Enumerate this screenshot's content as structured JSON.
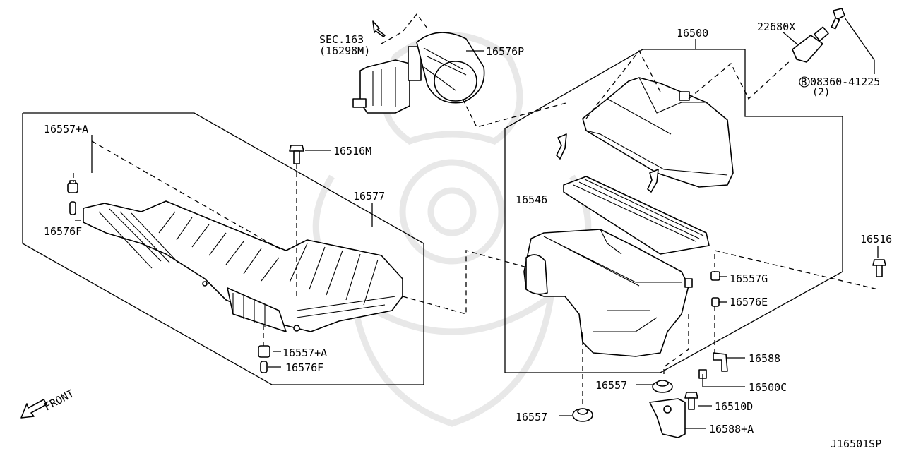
{
  "labels": {
    "sec_ref": "SEC.163",
    "sec_sub": "(16298M)",
    "p16576P": "16576P",
    "p16500": "16500",
    "p22680X": "22680X",
    "bolt_symbol": "B",
    "bolt_part": "08360-41225",
    "bolt_qty": "(2)",
    "p16557A_top": "16557+A",
    "p16516M": "16516M",
    "p16577": "16577",
    "p16576F_top": "16576F",
    "p16546": "16546",
    "p16516": "16516",
    "p16557G": "16557G",
    "p16576E": "16576E",
    "p16557A_bottom": "16557+A",
    "p16576F_bottom": "16576F",
    "p16588": "16588",
    "p16557_mid": "16557",
    "p16500C": "16500C",
    "p16510D": "16510D",
    "p16557_bottom": "16557",
    "p16588A": "16588+A",
    "front": "FRONT",
    "diagram_code": "J16501SP"
  }
}
